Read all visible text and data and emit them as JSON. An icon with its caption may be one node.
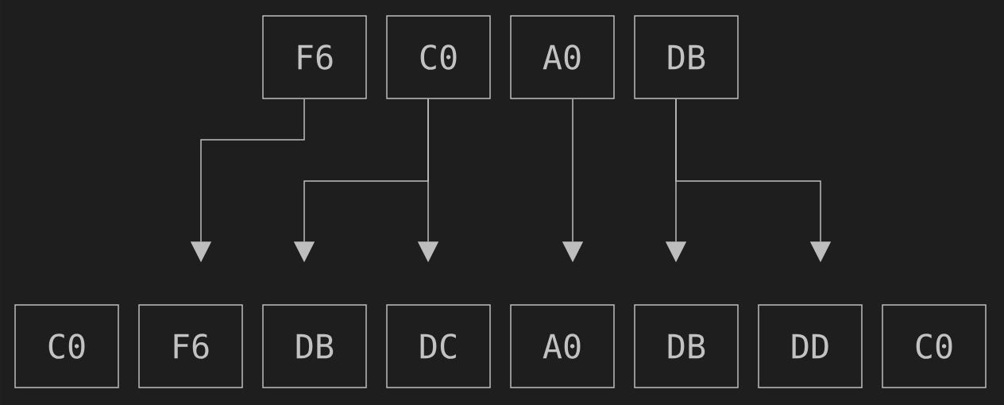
{
  "diagram": {
    "nodes": [
      {
        "text": [
          "F6"
        ]
      },
      {
        "text": [
          "C0"
        ]
      },
      {
        "text": [
          "A0"
        ]
      },
      {
        "text": [
          "DB"
        ]
      },
      {
        "text": [
          "C0"
        ]
      },
      {
        "text": [
          "F6"
        ]
      },
      {
        "text": [
          "DB"
        ]
      },
      {
        "text": [
          "DC"
        ]
      },
      {
        "text": [
          "A0"
        ]
      },
      {
        "text": [
          "DB"
        ]
      },
      {
        "text": [
          "DD"
        ]
      },
      {
        "text": [
          "C0"
        ]
      }
    ],
    "edges": [
      {
        "from": 0,
        "to": 5,
        "arrow": "to"
      },
      {
        "from": 1,
        "to": 6,
        "arrow": "to"
      },
      {
        "from": 1,
        "to": 7,
        "arrow": "to"
      },
      {
        "from": 2,
        "to": 8,
        "arrow": "to"
      },
      {
        "from": 3,
        "to": 9,
        "arrow": "to"
      },
      {
        "from": 3,
        "to": 10,
        "arrow": "to"
      }
    ]
  }
}
